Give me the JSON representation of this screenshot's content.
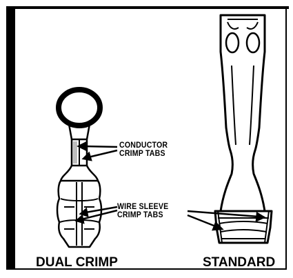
{
  "labels": {
    "conductor_line1": "CONDUCTOR",
    "conductor_line2": "CRIMP TABS",
    "sleeve_line1": "WIRE SLEEVE",
    "sleeve_line2": "CRIMP TABS",
    "dual_crimp": "DUAL CRIMP",
    "standard": "STANDARD"
  }
}
